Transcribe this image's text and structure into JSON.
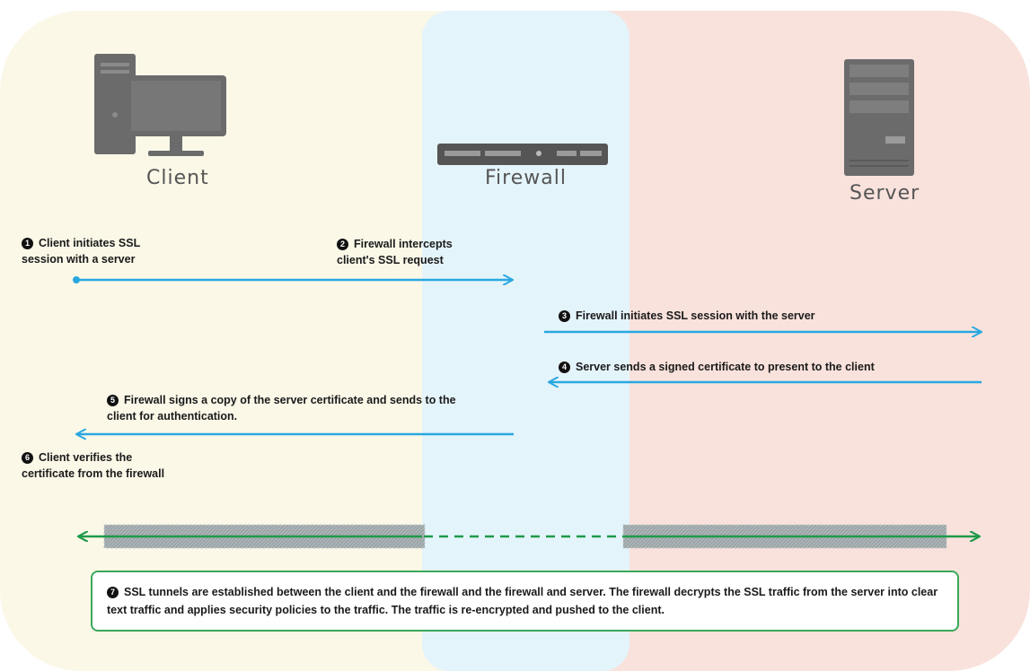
{
  "labels": {
    "client": "Client",
    "firewall": "Firewall",
    "server": "Server"
  },
  "steps": [
    {
      "num": "1",
      "text": "Client initiates SSL",
      "text2": "session with a server"
    },
    {
      "num": "2",
      "text": "Firewall intercepts",
      "text2": "client's SSL request"
    },
    {
      "num": "3",
      "text": "Firewall initiates SSL session with the server"
    },
    {
      "num": "4",
      "text": "Server sends a signed certificate to present to the client"
    },
    {
      "num": "5",
      "text": "Firewall  signs a copy of the server certificate and sends to the",
      "text2": "client for authentication."
    },
    {
      "num": "6",
      "text": "Client verifies the",
      "text2": "certificate from the firewall"
    }
  ],
  "note": {
    "num": "7",
    "text": "SSL tunnels are established between the client and the firewall and the firewall and server. The firewall decrypts the SSL traffic from the server into clear text traffic and applies security policies to the traffic. The traffic is re-encrypted and pushed to the client."
  },
  "colors": {
    "arrow": "#29a8e0",
    "tunnel": "#1f9a4a",
    "client_zone": "#fbf8e8",
    "firewall_zone": "#e4f4fb",
    "server_zone": "#f9e2dc"
  },
  "icons": [
    "desktop-computer-icon",
    "firewall-appliance-icon",
    "server-tower-icon"
  ]
}
